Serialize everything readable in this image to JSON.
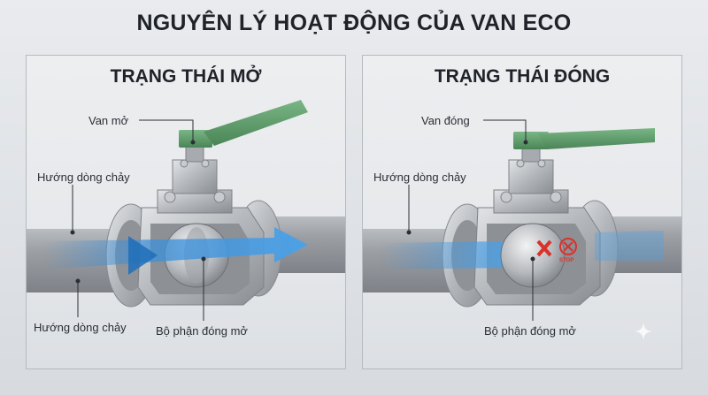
{
  "title": "NGUYÊN LÝ HOẠT ĐỘNG CỦA VAN ECO",
  "panels": [
    {
      "title": "TRẠNG THÁI MỞ",
      "labels": {
        "valve": "Van mở",
        "flow_top": "Hướng dòng chảy",
        "flow_bottom": "Hướng dòng chảy",
        "part": "Bộ phận đóng mở"
      }
    },
    {
      "title": "TRẠNG THÁI ĐÓNG",
      "labels": {
        "valve": "Van đóng",
        "flow_top": "Hướng dòng chảy",
        "part": "Bộ phận đóng mở",
        "stop": "STOP"
      }
    }
  ],
  "colors": {
    "handle": "#5f9d6c",
    "flow_arrow": "#3d8fd8",
    "stop": "#d9322b"
  },
  "icons": [
    "sparkle-icon"
  ]
}
